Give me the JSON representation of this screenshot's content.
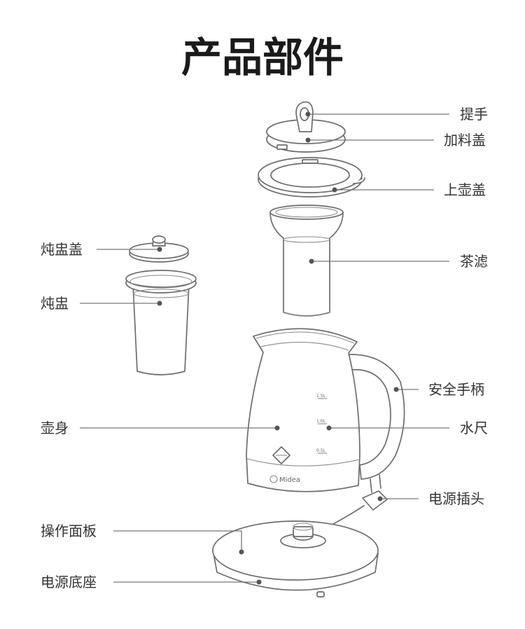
{
  "title": "产品部件",
  "brand": "Midea",
  "scale_marks": [
    "1.5L",
    "1.0L",
    "0.5L"
  ],
  "labels": {
    "handle": "提手",
    "feed_lid": "加料盖",
    "upper_lid": "上壶盖",
    "tea_filter": "茶滤",
    "safety_handle": "安全手柄",
    "water_scale": "水尺",
    "power_plug": "电源插头",
    "stew_cup_lid": "炖盅盖",
    "stew_cup": "炖盅",
    "kettle_body": "壶身",
    "control_panel": "操作面板",
    "power_base": "电源底座"
  },
  "colors": {
    "line": "#6d6d6d",
    "text": "#333333",
    "title": "#1a1a1a"
  }
}
